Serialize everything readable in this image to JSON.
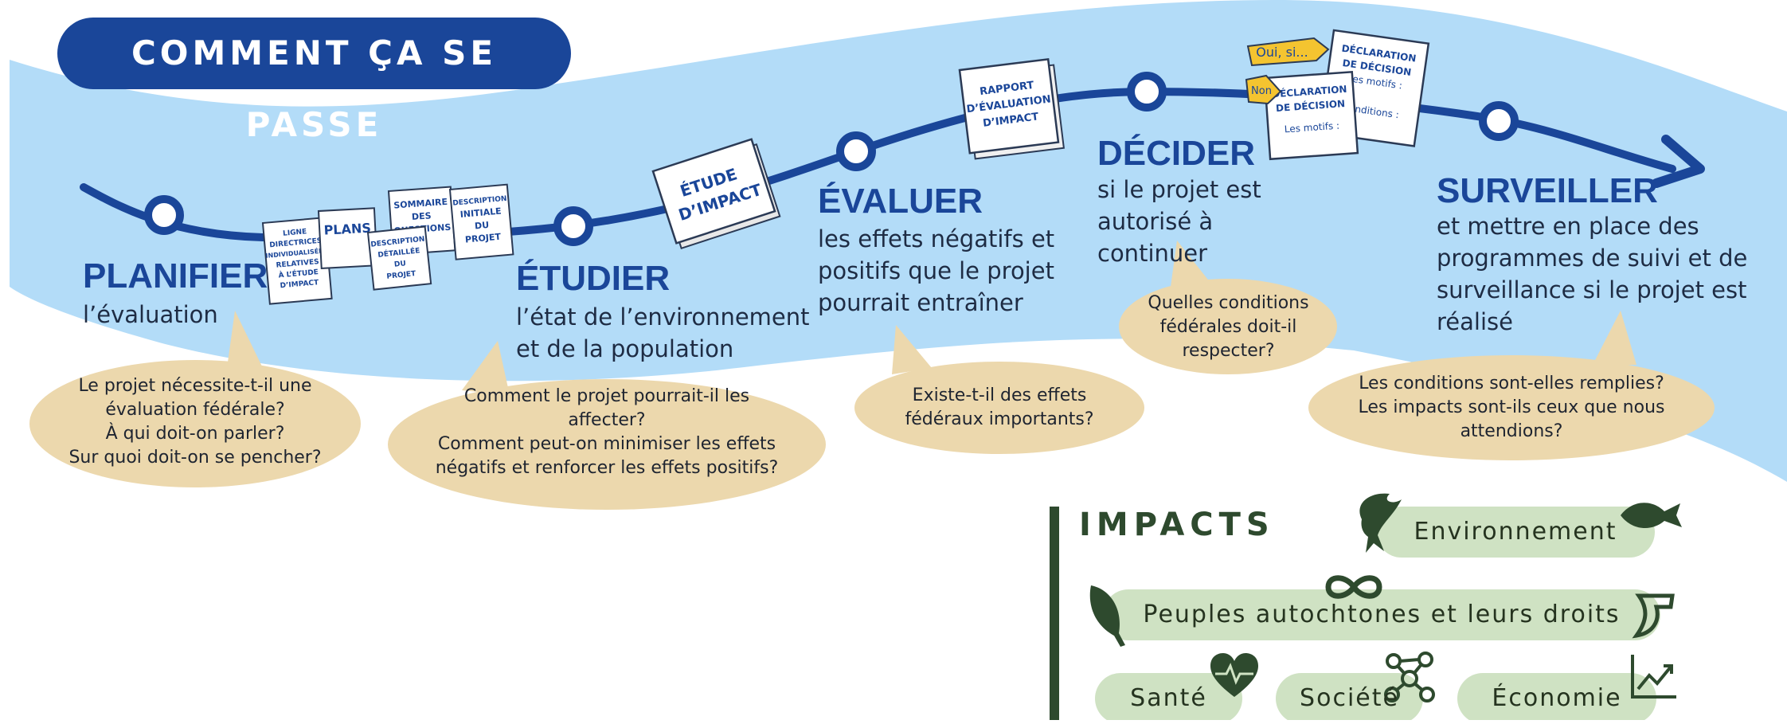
{
  "header": {
    "title": "COMMENT ÇA SE PASSE"
  },
  "steps": [
    {
      "title": "PLANIFIER",
      "desc": "l’évaluation",
      "question_lines": [
        "Le projet nécessite-t-il une",
        "évaluation fédérale?",
        "À qui doit-on parler?",
        "Sur quoi doit-on se pencher?"
      ]
    },
    {
      "title": "ÉTUDIER",
      "desc_lines": [
        "l’état de l’environnement",
        "et de la population"
      ],
      "question_lines": [
        "Comment le projet pourrait-il les",
        "affecter?",
        "Comment peut-on minimiser les effets",
        "négatifs et renforcer les effets positifs?"
      ]
    },
    {
      "title": "ÉVALUER",
      "desc_lines": [
        "les effets négatifs et",
        "positifs que le projet",
        "pourrait entraîner"
      ],
      "question_lines": [
        "Existe-t-il des effets",
        "fédéraux importants?"
      ]
    },
    {
      "title": "DÉCIDER",
      "desc_lines": [
        "si le projet est",
        "autorisé à",
        "continuer"
      ],
      "question_lines": [
        "Quelles conditions",
        "fédérales doit-il",
        "respecter?"
      ]
    },
    {
      "title": "SURVEILLER",
      "desc_lines": [
        "et mettre en place des",
        "programmes de suivi et de",
        "surveillance si le projet est",
        "réalisé"
      ],
      "question_lines": [
        "Les conditions sont-elles remplies?",
        "Les impacts sont-ils ceux que nous",
        "attendions?"
      ]
    }
  ],
  "documents": {
    "plans": "PLANS",
    "lignes_directrices": [
      "LIGNE",
      "DIRECTRICES",
      "INDIVIDUALISÉES",
      "RELATIVES",
      "À L’ÉTUDE",
      "D’IMPACT"
    ],
    "sommaire": [
      "SOMMAIRE",
      "DES",
      "QUESTIONS"
    ],
    "description_detaillee": [
      "DESCRIPTION",
      "DÉTAILLÉE",
      "DU",
      "PROJET"
    ],
    "description_initiale": [
      "DESCRIPTION",
      "INITIALE",
      "DU",
      "PROJET"
    ],
    "etude": [
      "ÉTUDE",
      "D’IMPACT"
    ],
    "rapport": [
      "RAPPORT",
      "D’ÉVALUATION",
      "D’IMPACT"
    ],
    "oui": "Oui, si...",
    "non": "Non",
    "decision_front": [
      "DÉCLARATION",
      "DE DÉCISION",
      "Les motifs :"
    ],
    "decision_back": [
      "DÉCLARATION",
      "DE DÉCISION",
      "Les motifs :",
      "Conditions :"
    ]
  },
  "impacts": {
    "title": "IMPACTS",
    "items": {
      "environnement": "Environnement",
      "peuples": "Peuples autochtones et leurs droits",
      "sante": "Santé",
      "societe": "Société",
      "economie": "Économie"
    }
  },
  "colors": {
    "band": "#b3dcf8",
    "path": "#1a4699",
    "bubble": "#ecd8ad",
    "impact_pill": "#cfe2c3",
    "impact_dark": "#2e4a2e"
  }
}
